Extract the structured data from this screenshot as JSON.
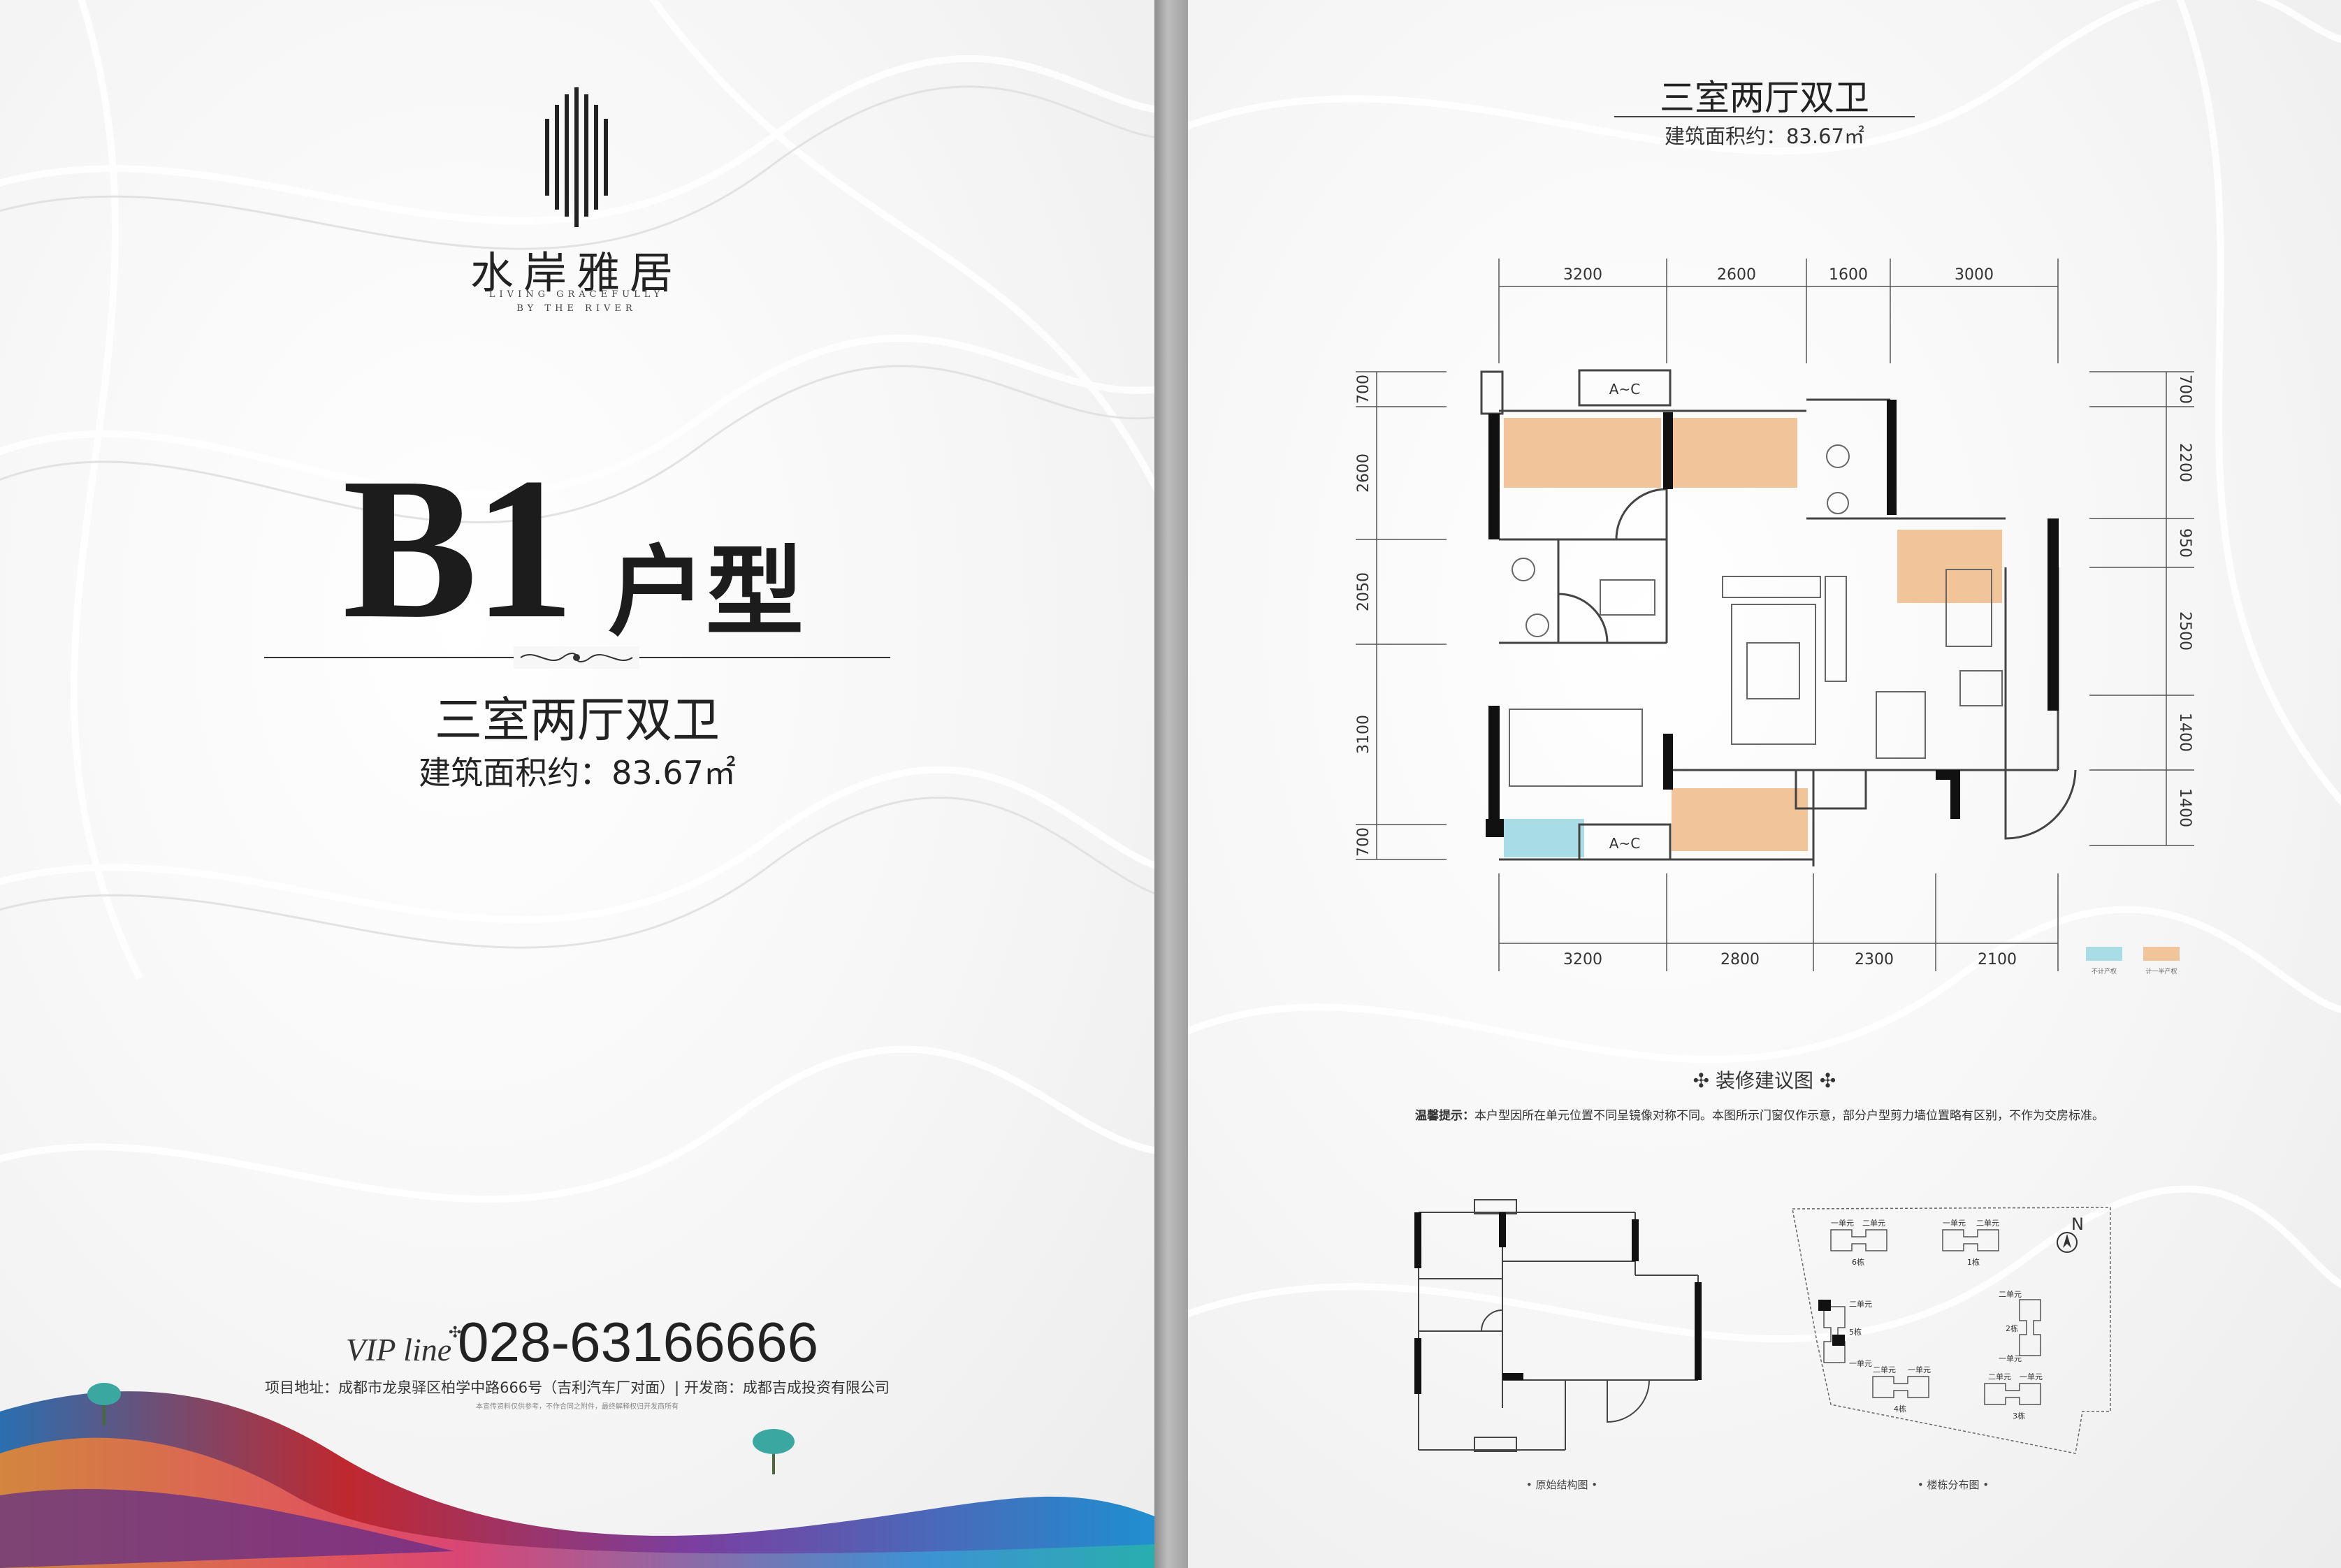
{
  "brand": {
    "name": "水岸雅居",
    "tagline": "LIVING GRACEFULLY\nBY THE RIVER"
  },
  "unit": {
    "code": "B1",
    "suffix": "户型",
    "layout": "三室两厅双卫",
    "area": "建筑面积约：83.67㎡"
  },
  "contact": {
    "vip_label": "VIP line",
    "vip_star": "✣",
    "phone": "028-63166666",
    "address": "项目地址：成都市龙泉驿区柏学中路666号（吉利汽车厂对面）| 开发商：成都吉成投资有限公司",
    "fine_print": "本宣传资料仅供参考，不作合同之附件，最终解释权归开发商所有"
  },
  "floorplan": {
    "title": "三室两厅双卫",
    "area": "建筑面积约：83.67㎡",
    "top_dims": [
      "3200",
      "2600",
      "1600",
      "3000"
    ],
    "bottom_dims": [
      "3200",
      "2800",
      "2300",
      "2100"
    ],
    "left_dims": [
      "700",
      "2600",
      "2050",
      "3100",
      "700"
    ],
    "right_dims": [
      "700",
      "2200",
      "950",
      "2500",
      "1400",
      "1400"
    ],
    "ac_label": "A~C",
    "legend": [
      {
        "label": "不计产权",
        "color": "#a9dde5"
      },
      {
        "label": "计一半产权",
        "color": "#f1c49a"
      }
    ]
  },
  "decoration": {
    "title": "✣ 装修建议图 ✣",
    "tip_label": "温馨提示：",
    "tip_text": "本户型因所在单元位置不同呈镜像对称不同。本图所示门窗仅作示意，部分户型剪力墙位置略有区别，不作为交房标准。"
  },
  "original_structure": {
    "caption": "• 原始结构图 •"
  },
  "site_plan": {
    "caption": "• 楼栋分布图 •",
    "north": "N",
    "buildings": [
      {
        "name": "6栋",
        "units": [
          "一单元",
          "二单元"
        ]
      },
      {
        "name": "1栋",
        "units": [
          "一单元",
          "二单元"
        ]
      },
      {
        "name": "5栋",
        "units": [
          "二单元",
          "一单元"
        ]
      },
      {
        "name": "2栋",
        "units": [
          "二单元",
          "一单元"
        ]
      },
      {
        "name": "4栋",
        "units": [
          "二单元",
          "一单元"
        ]
      },
      {
        "name": "3栋",
        "units": [
          "二单元",
          "一单元"
        ]
      }
    ]
  }
}
